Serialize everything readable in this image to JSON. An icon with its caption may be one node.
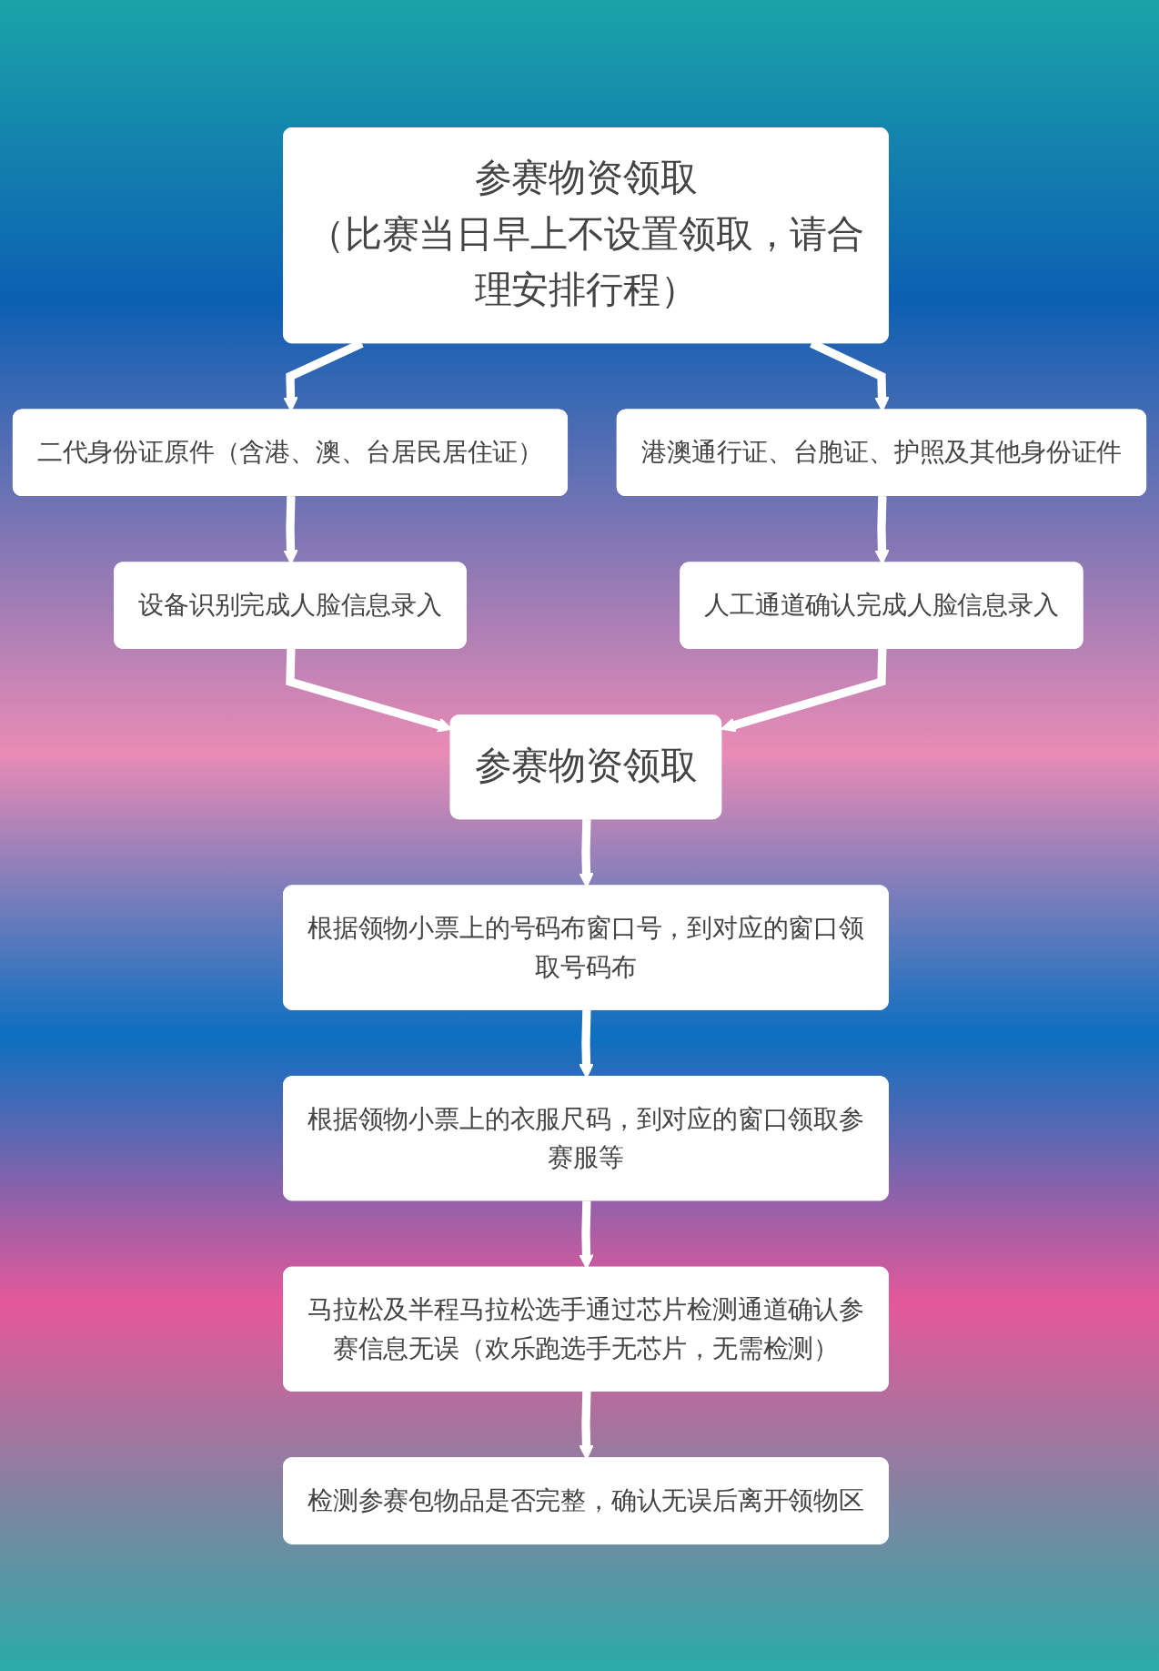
{
  "diagram": {
    "nodes": [
      {
        "text": [
          "参赛物资领取",
          "（比赛当日早上不设置领取，请合理安排行程）"
        ]
      },
      {
        "text": [
          "二代身份证原件（含港、澳、台居民居住证）"
        ]
      },
      {
        "text": [
          "港澳通行证、台胞证、护照及其他身份证件"
        ]
      },
      {
        "text": [
          "设备识别完成人脸信息录入"
        ]
      },
      {
        "text": [
          "人工通道确认完成人脸信息录入"
        ]
      },
      {
        "text": [
          "参赛物资领取"
        ]
      },
      {
        "text": [
          "根据领物小票上的号码布窗口号，到对应的窗口领取号码布"
        ]
      },
      {
        "text": [
          "根据领物小票上的衣服尺码，到对应的窗口领取参赛服等"
        ]
      },
      {
        "text": [
          "马拉松及半程马拉松选手通过芯片检测通道确认参赛信息无误（欢乐跑选手无芯片，无需检测）"
        ]
      },
      {
        "text": [
          "检测参赛包物品是否完整，确认无误后离开领物区"
        ]
      }
    ],
    "edges": [
      {
        "from": 0,
        "to": 1,
        "arrow": "to"
      },
      {
        "from": 0,
        "to": 2,
        "arrow": "to"
      },
      {
        "from": 1,
        "to": 3,
        "arrow": "to"
      },
      {
        "from": 2,
        "to": 4,
        "arrow": "to"
      },
      {
        "from": 3,
        "to": 5,
        "arrow": "to"
      },
      {
        "from": 4,
        "to": 5,
        "arrow": "to"
      },
      {
        "from": 5,
        "to": 6,
        "arrow": "to"
      },
      {
        "from": 6,
        "to": 7,
        "arrow": "to"
      },
      {
        "from": 7,
        "to": 8,
        "arrow": "to"
      },
      {
        "from": 8,
        "to": 9,
        "arrow": "to"
      }
    ]
  }
}
